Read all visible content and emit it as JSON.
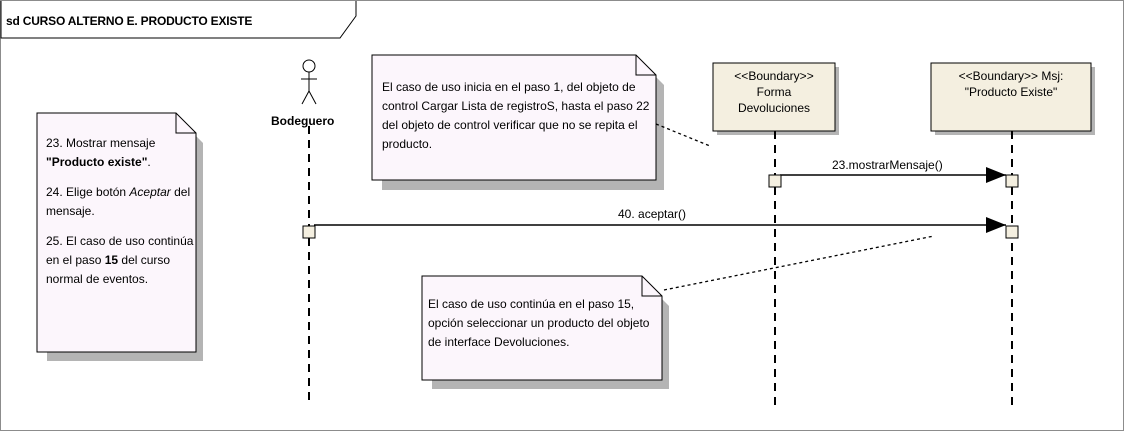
{
  "frame": {
    "title": "sd CURSO ALTERNO E. PRODUCTO EXISTE"
  },
  "actor": {
    "name": "Bodeguero"
  },
  "lifelines": [
    {
      "stereotype": "<<Boundary>>",
      "name_line1": "Forma",
      "name_line2": "Devoluciones"
    },
    {
      "stereotype": "<<Boundary>> Msj:",
      "name_line1": "\"Producto Existe\"",
      "name_line2": ""
    }
  ],
  "messages": [
    {
      "label": "23.mostrarMensaje()"
    },
    {
      "label": "40. aceptar()"
    }
  ],
  "notes": {
    "left": {
      "step23_prefix": "23. Mostrar mensaje ",
      "step23_bold": "\"Producto existe\"",
      "step23_suffix": ".",
      "step24_prefix": "24. Elige botón ",
      "step24_italic": "Aceptar",
      "step24_suffix": " del mensaje.",
      "step25_prefix": "25. El caso de uso continúa en el paso ",
      "step25_bold": "15",
      "step25_suffix": " del curso normal de eventos."
    },
    "top": {
      "text": "El caso de uso inicia en el paso 1, del objeto de control Cargar Lista de registroS, hasta el paso 22 del objeto de control verificar que no se repita el producto."
    },
    "bottom": {
      "text": "El caso de uso continúa en el paso 15, opción seleccionar un producto del objeto de interface Devoluciones."
    }
  },
  "colors": {
    "note_fill": "#fcf6fc",
    "boundary_fill": "#f4efe0",
    "activation_fill": "#f4efe0",
    "frame_border": "#8c8c8c",
    "shadow": "#b4b4b4"
  }
}
